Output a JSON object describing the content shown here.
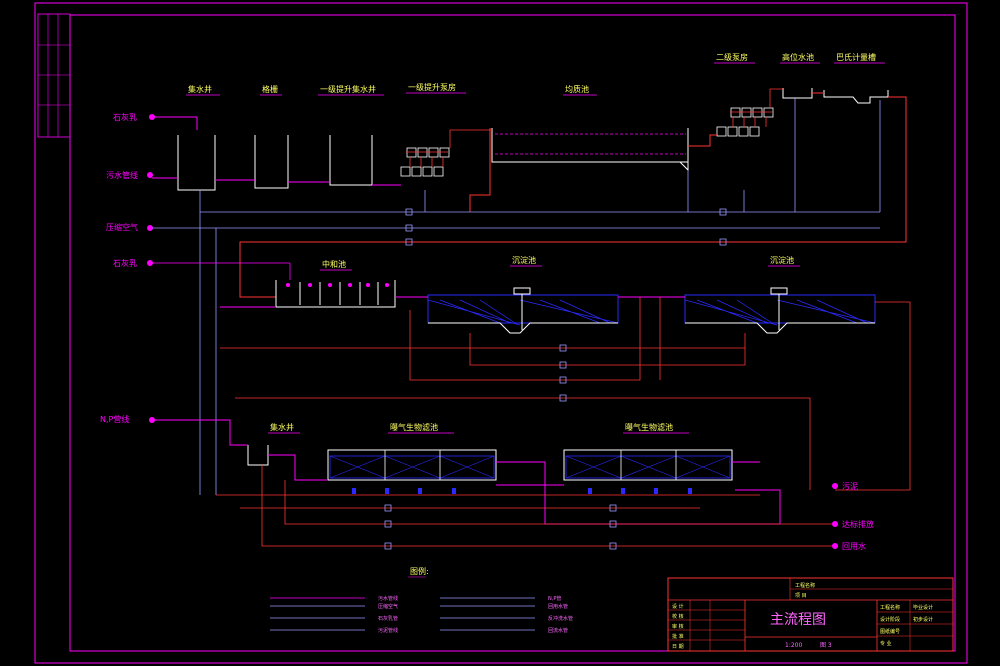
{
  "inputs": [
    {
      "id": "inlet-lime-milk-1",
      "label": "石灰乳"
    },
    {
      "id": "inlet-sewage",
      "label": "污水管线"
    },
    {
      "id": "inlet-compressed-air",
      "label": "压缩空气"
    },
    {
      "id": "inlet-lime-milk-2",
      "label": "石灰乳"
    },
    {
      "id": "inlet-np",
      "label": "N,P营线"
    }
  ],
  "tanks": {
    "collection_well": "集水井",
    "grit_chamber": "格栅",
    "primary_lift_well": "一级提升集水井",
    "primary_lift_pump_room": "一级提升泵房",
    "equalization_tank": "均质池",
    "secondary_pump_room": "二级泵房",
    "high_level_tank": "高位水池",
    "flow_meter_weir": "巴氏计量槽",
    "neutralization_tank": "中和池",
    "sedimentation_tank_1": "沉淀池",
    "sedimentation_tank_2": "沉淀池",
    "wet_well": "集水井",
    "baf_1": "曝气生物滤池",
    "baf_2": "曝气生物滤池"
  },
  "outputs": [
    {
      "id": "out-sludge",
      "label": "污泥"
    },
    {
      "id": "out-discharge",
      "label": "达标排放"
    },
    {
      "id": "out-reuse",
      "label": "回用水"
    }
  ],
  "legend": {
    "title": "图例:",
    "left": [
      "污水管线",
      "压缩空气",
      "石灰乳管",
      "污泥管线"
    ],
    "right": [
      "N,P管",
      "回用水管",
      "反冲洗水管",
      "回流水管"
    ]
  },
  "title_block": {
    "title": "主流程图",
    "scale": "1:200",
    "sheet": "图 3",
    "cells_left": [
      "设 计",
      "校 核",
      "审 核",
      "批 准",
      "日 期"
    ],
    "cells_right": [
      "工程名称",
      "设计阶段",
      "图纸编号",
      "专 业"
    ],
    "values_right": [
      "毕业设计",
      "初步设计"
    ],
    "header": [
      "工程名称",
      "项 目"
    ]
  },
  "colors": {
    "frame": "#ff00ff",
    "sewage_line": "#ff00ff",
    "air_line": "#9999ff",
    "sludge_line": "#ff3333",
    "media": "#2a2aff",
    "label": "#ffff66"
  }
}
